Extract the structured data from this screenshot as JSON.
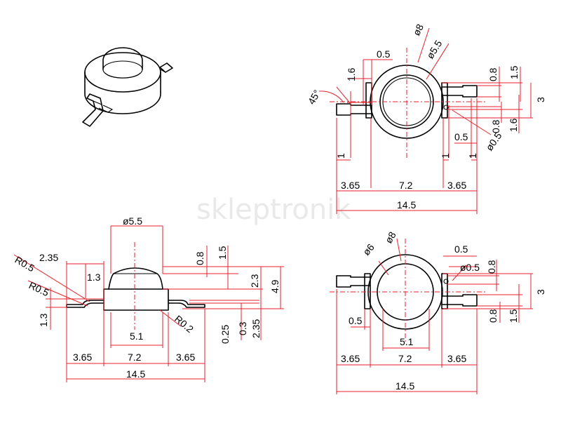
{
  "watermark": "skleptronik",
  "top_view": {
    "d_outer": "ø8",
    "d_inner": "ø5.5",
    "gap": "0.5",
    "lead_w": "1.6",
    "angle": "45°",
    "pad_h": "0.8",
    "pad_h2": "1.5",
    "pitch": "3",
    "mark_h": "0.8",
    "mark_h2": "1.6",
    "mark_d": "ø0.5",
    "mark_gap": "0.5",
    "lead_len_l": "1",
    "lead_len_r1": "1",
    "lead_len_r2": "1",
    "dim_left": "3.65",
    "dim_mid": "7.2",
    "dim_right": "3.65",
    "dim_total": "14.5"
  },
  "side_view": {
    "d_lens": "ø5.5",
    "r1": "R0.5",
    "r2": "R0.5",
    "lead_off": "2.35",
    "lead_rise": "1.3",
    "lens_h1": "0.8",
    "lens_h2": "1.5",
    "h_body": "2.3",
    "h_total": "4.9",
    "lead_t": "1.3",
    "foot_r": "R0.2",
    "base_w": "5.1",
    "t1": "0.25",
    "t2": "0.3",
    "t3": "2.35",
    "dim_left": "3.65",
    "dim_mid": "7.2",
    "dim_right": "3.65",
    "dim_total": "14.5"
  },
  "bottom_view": {
    "d_inner": "ø6",
    "d_outer": "ø8",
    "gap": "0.5",
    "mark_d": "ø0.5",
    "pad_h": "0.8",
    "pitch": "3",
    "pad_h2": "0.8",
    "pad_h3": "1.5",
    "side_gap": "0.5",
    "base_w": "5.1",
    "dim_left": "3.65",
    "dim_mid": "7.2",
    "dim_right": "3.65",
    "dim_total": "14.5"
  }
}
